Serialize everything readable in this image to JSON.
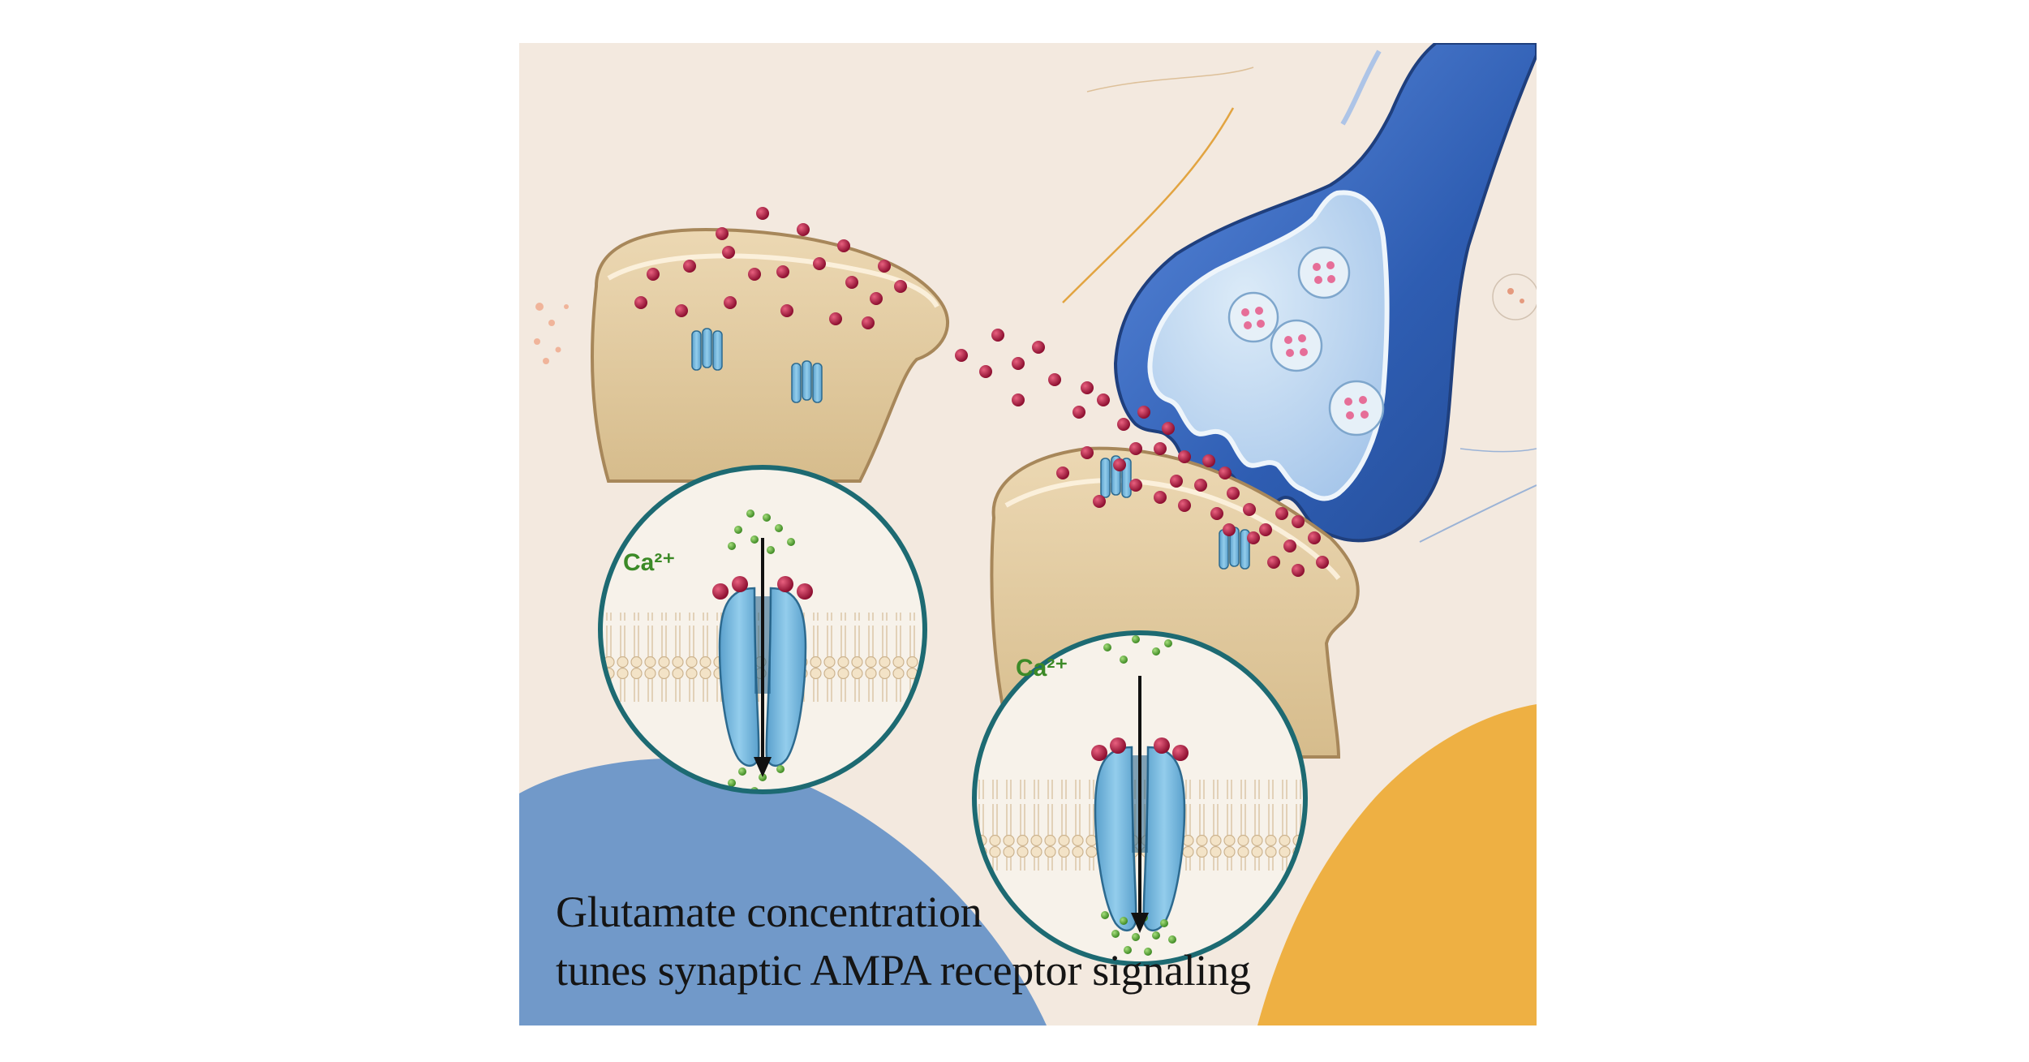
{
  "figure": {
    "caption_lines": [
      "Glutamate concentration",
      "tunes synaptic AMPA receptor signaling"
    ],
    "inset_left": {
      "ion_label": "Ca²⁺"
    },
    "inset_right": {
      "ion_label": "Ca²⁺"
    }
  },
  "colors": {
    "background": "#f3e9df",
    "blue_blob": "#7199c9",
    "yellow_blob": "#eeb043",
    "presynaptic_terminal": "#3f6fc0",
    "postsynaptic_spine": "#e1c99d",
    "glutamate": "#b3173f",
    "calcium": "#5aa53a",
    "receptor": "#7ab8dd",
    "inset_ring": "#1d6a72"
  }
}
